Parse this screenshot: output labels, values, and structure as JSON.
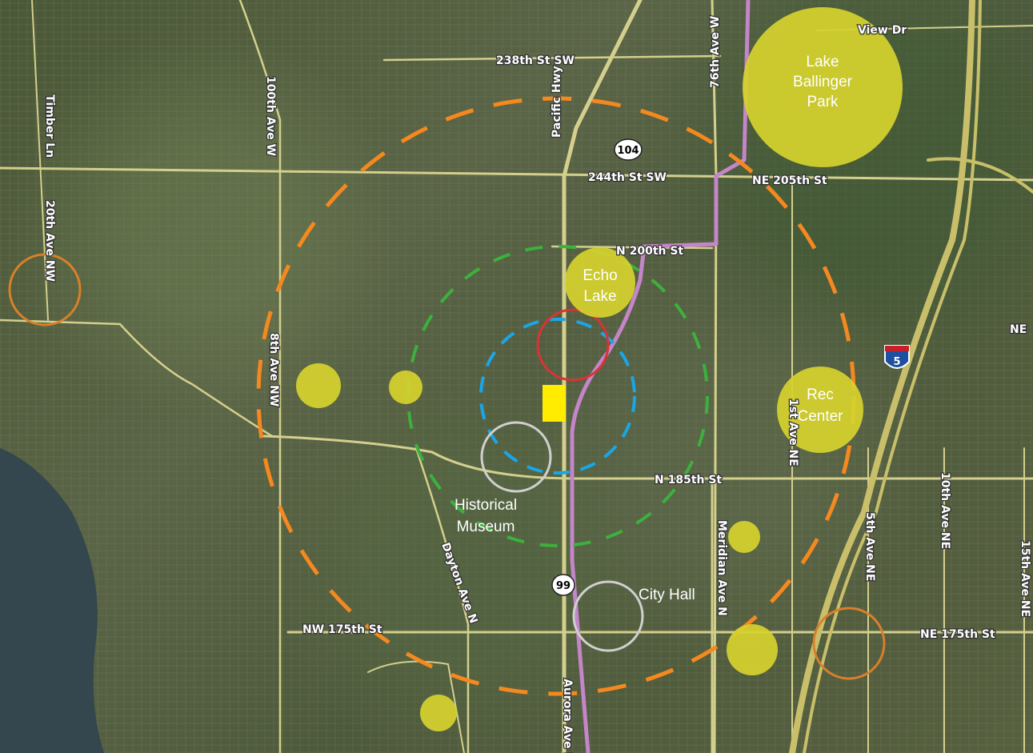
{
  "map": {
    "road_labels": {
      "st_238th": "238th St SW",
      "st_244th": "244th St SW",
      "ne_205th": "NE 205th St",
      "n_200th": "N 200th St",
      "n_185th": "N 185th St",
      "nw_175th": "NW 175th St",
      "ne_175th": "NE 175th St",
      "ne_edge": "NE",
      "pacific_hwy": "Pacific Hwy",
      "ave_76th": "76th Ave W",
      "ave_100th": "100th Ave W",
      "timber_ln": "Timber Ln",
      "ave_20th": "20th Ave NW",
      "ave_8th": "8th Ave NW",
      "dayton": "Dayton Ave N",
      "aurora": "Aurora Ave N",
      "meridian": "Meridian Ave N",
      "ave_1st": "1st Ave NE",
      "ave_5th": "5th Ave NE",
      "ave_10th": "10th Ave NE",
      "ave_15th": "15th Ave NE",
      "view_dr": "View Dr"
    },
    "shields": {
      "sr104": "104",
      "sr99": "99",
      "i5": "5"
    },
    "poi": {
      "lake_ballinger": [
        "Lake",
        "Ballinger",
        "Park"
      ],
      "echo_lake": [
        "Echo",
        "Lake"
      ],
      "rec_center": [
        "Rec",
        "Center"
      ],
      "historical_museum": [
        "Historical",
        "Museum"
      ],
      "city_hall": "City Hall"
    },
    "colors": {
      "park": "#d6d22e",
      "orange_ring": "#f5891f",
      "green_ring": "#3db03d",
      "blue_ring": "#1aa6e6",
      "red_ring": "#d83434",
      "gray_ring": "#cfcfcf",
      "brown_ring": "#d8802a",
      "transit_line": "#c485c9",
      "site_marker": "#ffec00",
      "road": "#d4cf8c"
    }
  }
}
